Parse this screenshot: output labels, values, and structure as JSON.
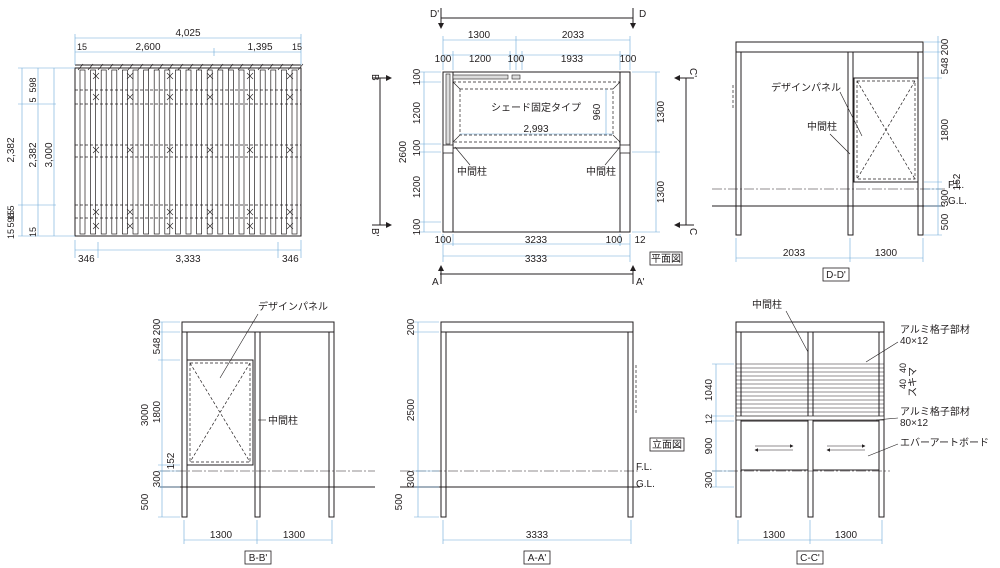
{
  "roof_plan": {
    "top_overall": "4,025",
    "top_parts": [
      "15",
      "2,600",
      "1,395",
      "15"
    ],
    "bottom_overall": "3,333",
    "bottom_parts": [
      "346",
      "346"
    ],
    "left_outer": [
      "2,382",
      "15",
      "5",
      "598",
      "15"
    ],
    "left_inner": [
      "3,000",
      "2,382",
      "5",
      "598",
      "15"
    ]
  },
  "plan": {
    "label": "平面図",
    "section_marks": {
      "d_left": "D'",
      "d_right": "D",
      "b_top": "B",
      "b_bottom": "B'",
      "c_top": "C'",
      "c_bottom": "C",
      "a_left": "A",
      "a_right": "A'"
    },
    "top_row1": [
      "1300",
      "2033"
    ],
    "top_row2": [
      "100",
      "1200",
      "100",
      "1933",
      "100"
    ],
    "left_overall": "2600",
    "left_parts": [
      "100",
      "1200",
      "100",
      "1200",
      "100"
    ],
    "right_parts": [
      "1300",
      "1300"
    ],
    "shade_label": "シェード固定タイプ",
    "shade_width": "2,993",
    "shade_depth": "960",
    "post_label_left": "中間柱",
    "post_label_right": "中間柱",
    "bottom_row1": [
      "100",
      "3233",
      "100",
      "12"
    ],
    "bottom_overall": "3333"
  },
  "section_dd": {
    "label": "D-D'",
    "design_panel": "デザインパネル",
    "post": "中間柱",
    "right_dims": [
      "200",
      "548",
      "1800",
      "152",
      "300",
      "500"
    ],
    "fl": "F.L.",
    "gl": "G.L.",
    "bottom_dims": [
      "2033",
      "1300"
    ]
  },
  "section_bb": {
    "label": "B-B'",
    "design_panel": "デザインパネル",
    "post": "中間柱",
    "left_overall": "3000",
    "left_dims": [
      "200",
      "548",
      "1800",
      "152",
      "300",
      "500"
    ],
    "bottom_dims": [
      "1300",
      "1300"
    ]
  },
  "elevation_aa": {
    "label": "A-A'",
    "elevation_label": "立面図",
    "left_dims": [
      "200",
      "2500",
      "300",
      "500"
    ],
    "fl": "F.L.",
    "gl": "G.L.",
    "bottom_dim": "3333"
  },
  "section_cc": {
    "label": "C-C'",
    "post": "中間柱",
    "alum_a_name": "アルミ格子部材",
    "alum_a_size": "40×12",
    "gap_label": "スキマ",
    "gap_dims": [
      "40",
      "40"
    ],
    "alum_b_name": "アルミ格子部材",
    "alum_b_size": "80×12",
    "board": "エバーアートボード",
    "left_dims": [
      "1040",
      "12",
      "900",
      "300"
    ],
    "bottom_dims": [
      "1300",
      "1300"
    ]
  }
}
